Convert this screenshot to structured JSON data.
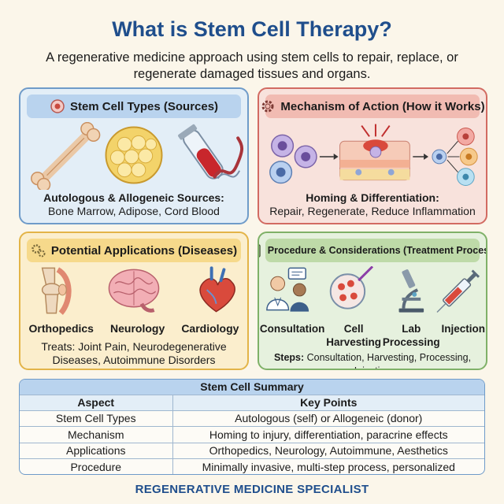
{
  "header": {
    "title": "What is Stem Cell Therapy?",
    "subtitle": "A regenerative medicine approach using stem cells to repair, replace, or regenerate damaged tissues and organs."
  },
  "panels": {
    "sources": {
      "title": "Stem Cell Types (Sources)",
      "caption_bold": "Autologous & Allogeneic Sources:",
      "caption_text": "Bone Marrow, Adipose, Cord Blood",
      "icons": [
        "bone-icon",
        "adipose-cells-icon",
        "blood-tube-icon"
      ]
    },
    "mechanism": {
      "title": "Mechanism of Action (How it Works)",
      "caption_bold": "Homing & Differentiation:",
      "caption_text": "Repair, Regenerate, Reduce Inflammation"
    },
    "applications": {
      "title": "Potential Applications (Diseases)",
      "labels": [
        "Orthopedics",
        "Neurology",
        "Cardiology"
      ],
      "caption_line1": "Treats: Joint Pain, Neurodegenerative",
      "caption_line2": "Diseases, Autoimmune Disorders"
    },
    "procedure": {
      "title": "Procedure & Considerations (Treatment Process)",
      "labels": [
        "Consultation",
        "Cell\nHarvesting",
        "Lab\nProcessing",
        "Injection"
      ],
      "steps_bold": "Steps:",
      "steps_text": "Consultation, Harvesting, Processing, Injection"
    }
  },
  "summary": {
    "caption": "Stem Cell Summary",
    "headers": [
      "Aspect",
      "Key Points"
    ],
    "rows": [
      [
        "Stem Cell Types",
        "Autologous (self) or Allogeneic (donor)"
      ],
      [
        "Mechanism",
        "Homing to injury, differentiation, paracrine effects"
      ],
      [
        "Applications",
        "Orthopedics, Neurology, Autoimmune, Aesthetics"
      ],
      [
        "Procedure",
        "Minimally invasive, multi-step process, personalized"
      ]
    ]
  },
  "footer": {
    "text": "REGENERATIVE MEDICINE SPECIALIST"
  },
  "colors": {
    "title": "#1f4e8c",
    "blue": "#6f9bc9",
    "red": "#d26b62",
    "yellow": "#e3b448",
    "green": "#7fb168"
  }
}
